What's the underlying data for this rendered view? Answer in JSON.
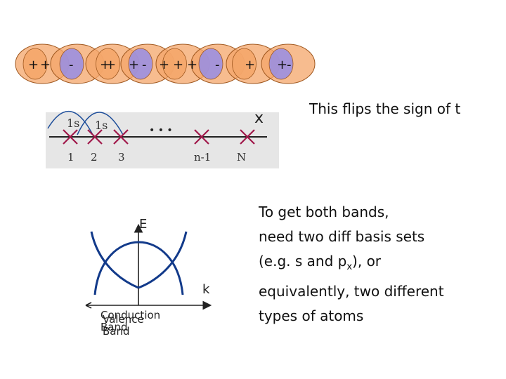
{
  "top_strip": {
    "plus": "+",
    "minus": "-",
    "colors": {
      "orange": "#f4a66a",
      "purple": "#9b8fe0",
      "outline": "#a0581f"
    }
  },
  "chain": {
    "orbital_label": "1s",
    "ellipsis": "• • •",
    "x_label": "x",
    "site_labels": [
      "1",
      "2",
      "3",
      "n-1",
      "N"
    ],
    "colors": {
      "panel": "#e6e6e6",
      "marker": "#a0184a",
      "orbital": "#1e4e9a"
    }
  },
  "band_plot": {
    "e_label": "E",
    "k_label": "k",
    "conduction_label": "Conduction Band",
    "valence_label": "Valence Band"
  },
  "note_text": "This flips the sign of t",
  "paragraph": {
    "line1": "To get both bands,",
    "line2": "need two diff basis sets",
    "line3_pre": "(e.g. s and p",
    "line3_sub": "x",
    "line3_post": "), or",
    "line4": "equivalently, two different",
    "line5": "types of atoms"
  }
}
